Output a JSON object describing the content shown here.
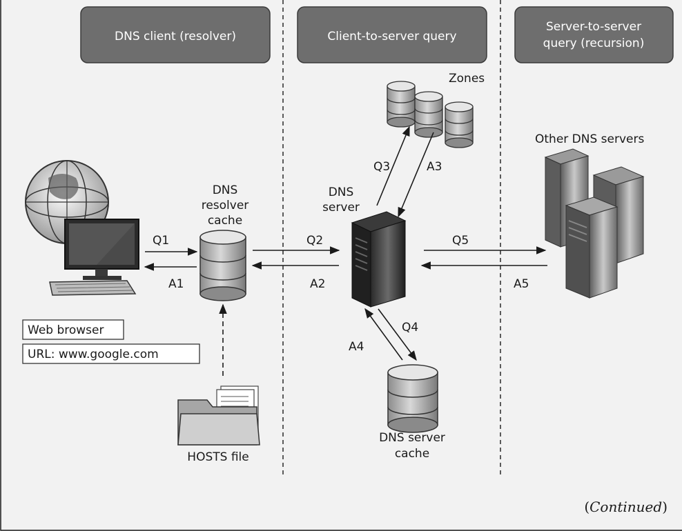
{
  "headers": {
    "col1": "DNS client (resolver)",
    "col2": "Client-to-server query",
    "col3_line1": "Server-to-server",
    "col3_line2": "query (recursion)"
  },
  "labels": {
    "zones": "Zones",
    "other_servers": "Other DNS servers",
    "resolver_cache_line1": "DNS",
    "resolver_cache_line2": "resolver",
    "resolver_cache_line3": "cache",
    "dns_server_line1": "DNS",
    "dns_server_line2": "server",
    "server_cache_line1": "DNS server",
    "server_cache_line2": "cache",
    "hosts_file": "HOSTS file",
    "web_browser": "Web browser",
    "url": "URL: www.google.com",
    "continued_open": "(",
    "continued_word": "Continued",
    "continued_close": ")"
  },
  "arrows": {
    "q1": "Q1",
    "a1": "A1",
    "q2": "Q2",
    "a2": "A2",
    "q3": "Q3",
    "a3": "A3",
    "q4": "Q4",
    "a4": "A4",
    "q5": "Q5",
    "a5": "A5"
  },
  "colors": {
    "header_fill": "#6e6e6e",
    "background": "#f2f2f2",
    "line": "#1a1a1a"
  }
}
